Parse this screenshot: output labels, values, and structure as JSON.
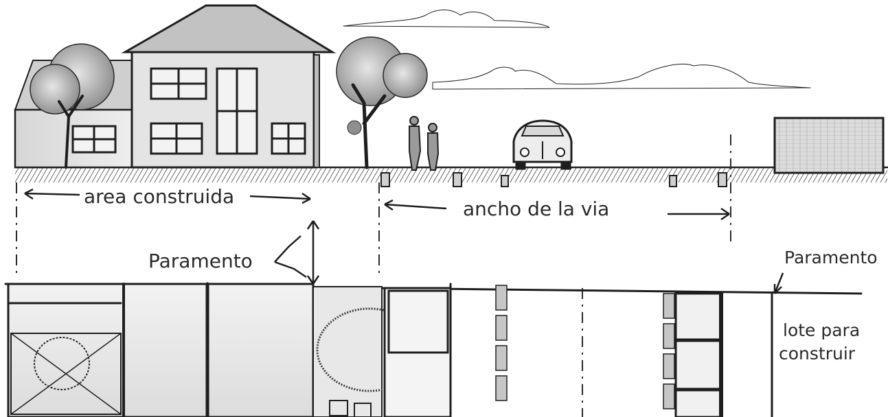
{
  "diagram": {
    "labels": {
      "area_construida": "area construida",
      "ancho_de_la_via": "ancho de la via",
      "paramento_left": "Paramento",
      "paramento_right": "Paramento",
      "lote_line1": "lote para",
      "lote_line2": "construir"
    },
    "elevation_view": {
      "elements": [
        "house",
        "tree-left",
        "tree-right",
        "two-people",
        "car",
        "brick-wall",
        "ground-hatching"
      ]
    },
    "plan_view": {
      "elements": [
        "property-lot",
        "tree-canopy",
        "sidewalk",
        "road-centerline",
        "building-lot"
      ]
    }
  }
}
